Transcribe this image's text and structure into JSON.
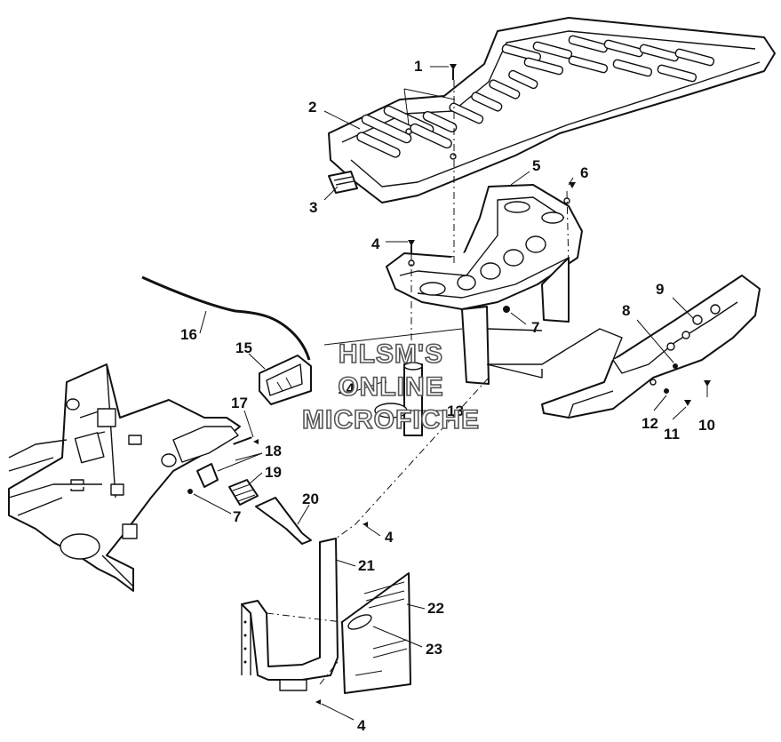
{
  "callouts": {
    "c1": "1",
    "c2": "2",
    "c3": "3",
    "c4a": "4",
    "c4b": "4",
    "c4c": "4",
    "c5": "5",
    "c6": "6",
    "c7a": "7",
    "c7b": "7",
    "c8": "8",
    "c9": "9",
    "c10": "10",
    "c11": "11",
    "c12": "12",
    "c13": "13",
    "c14": "14",
    "c15": "15",
    "c16": "16",
    "c17": "17",
    "c18": "18",
    "c19": "19",
    "c20": "20",
    "c21": "21",
    "c22": "22",
    "c23": "23"
  },
  "watermark": {
    "line1": "HLSM'S",
    "line2": "ONLINE",
    "line3": "MICROFICHE"
  }
}
